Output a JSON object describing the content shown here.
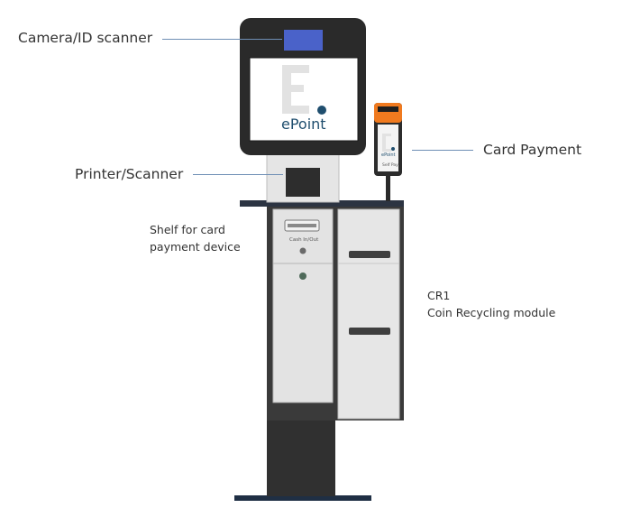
{
  "labels": {
    "camera": "Camera/ID scanner",
    "printer": "Printer/Scanner",
    "card_payment": "Card Payment",
    "shelf_line1": "Shelf for card",
    "shelf_line2": "payment device",
    "cr1_line1": "CR1",
    "cr1_line2": "Coin Recycling module"
  },
  "device_text": {
    "screen_brand": "ePoint",
    "cash_slot": "Cash In/Out",
    "terminal_brand": "ePoint",
    "terminal_pay": "Self Pay"
  },
  "colors": {
    "kiosk_dark": "#2a2a2a",
    "panel_grey": "#d9d9d9",
    "scanner_blue": "#4a62c9",
    "terminal_orange": "#f07a1f",
    "brand_dot": "#1f4e6e",
    "leader_line": "#6f8fb5"
  }
}
